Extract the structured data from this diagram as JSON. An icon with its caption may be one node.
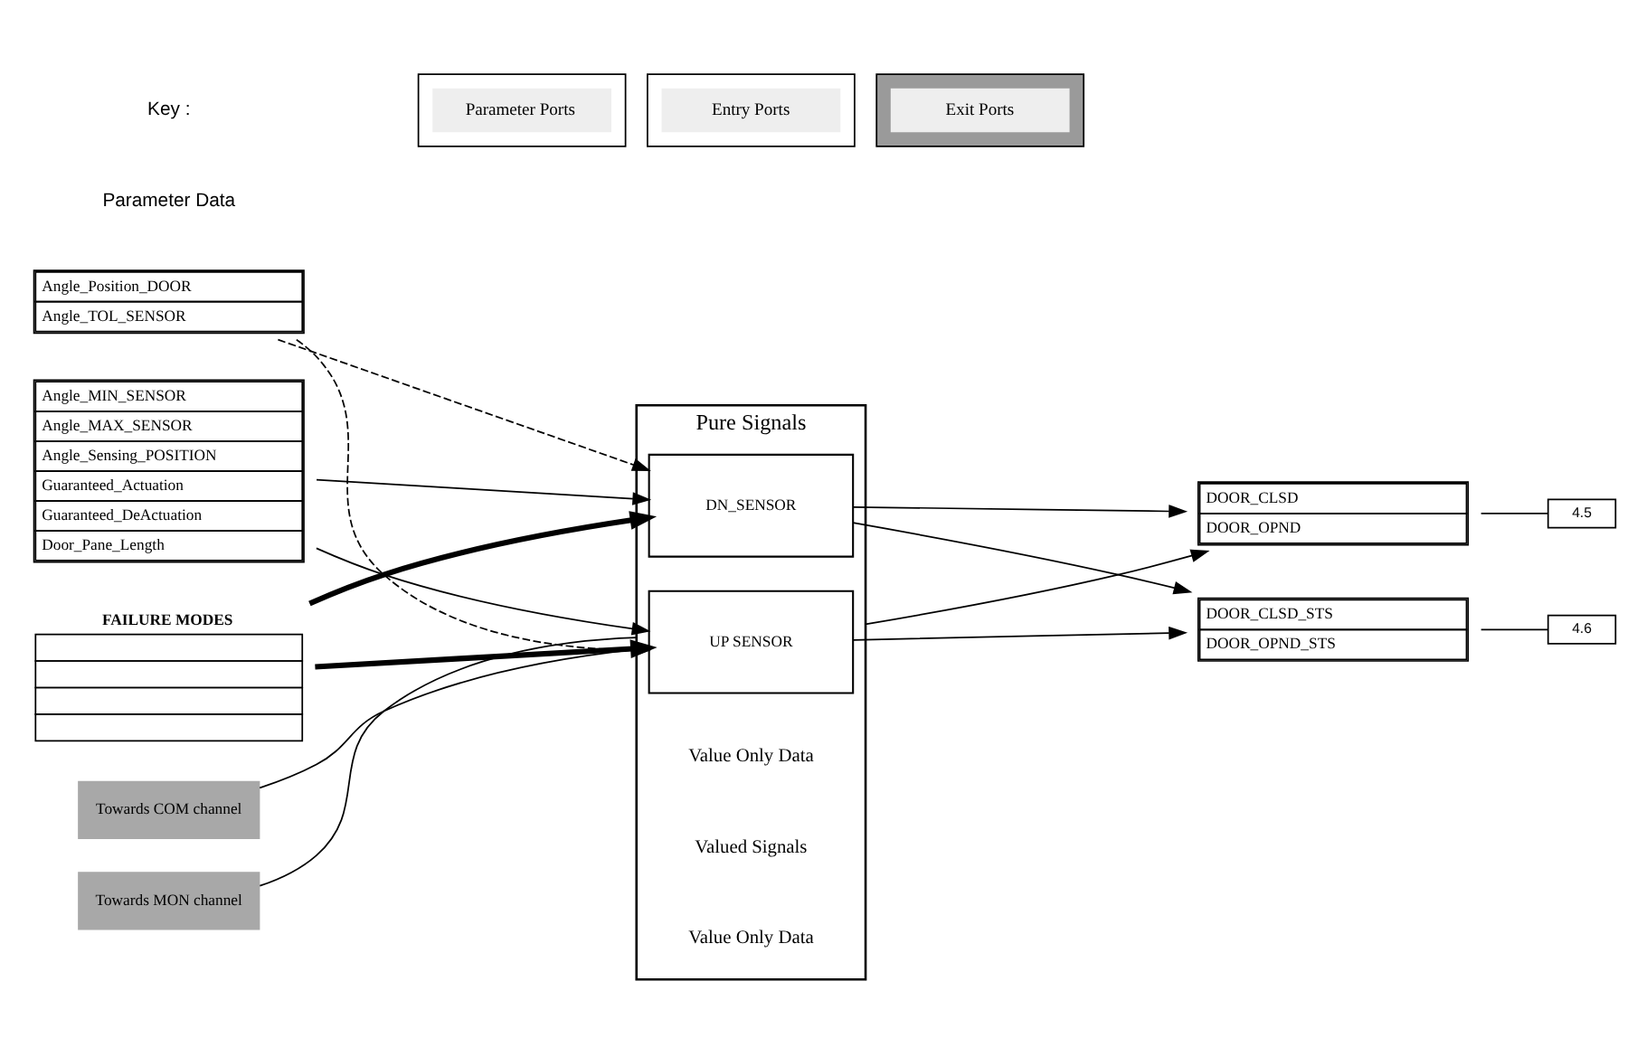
{
  "diagram": {
    "nodes": [
      {
        "text": [
          "Angle_Position_DOOR",
          "Angle_TOL_SENSOR"
        ]
      },
      {
        "text": [
          "Angle_MIN_SENSOR",
          "Angle_MAX_SENSOR",
          "Angle_Sensing_POSITION",
          "Guaranteed_Actuation",
          "Guaranteed_DeActuation",
          "Door_Pane_Length"
        ]
      },
      {
        "text": [
          "Pure Signals"
        ]
      },
      {
        "text": [
          "UP SENSOR"
        ],
        "in": 2
      },
      {
        "text": [
          "DN_SENSOR"
        ],
        "in": 2
      },
      {
        "text": [
          "FAILURE MODES"
        ]
      },
      {
        "text": [
          "DOOR_CLSD",
          "DOOR_OPND"
        ]
      },
      {
        "text": [
          "4.5"
        ]
      },
      {
        "text": [
          "DOOR_CLSD_STS",
          "DOOR_OPND_STS"
        ]
      },
      {
        "text": [
          "4.6"
        ]
      },
      {
        "text": [
          "Towards COM channel"
        ]
      },
      {
        "text": [
          "Towards MON channel"
        ]
      }
    ],
    "edges": [
      {
        "from": 0,
        "to": 3,
        "arrow": "to",
        "style": "dashed"
      },
      {
        "from": 0,
        "to": 4,
        "arrow": "to",
        "style": "dashed"
      },
      {
        "from": 1,
        "to": 3,
        "arrow": "to"
      },
      {
        "from": 1,
        "to": 4,
        "arrow": "to"
      },
      {
        "from": 5,
        "to": 3,
        "arrow": "to",
        "style": "thick"
      },
      {
        "from": 5,
        "to": 4,
        "arrow": "to",
        "style": "thick"
      },
      {
        "from": 2,
        "to": 6,
        "arrow": "to"
      },
      {
        "from": 4,
        "to": 6,
        "arrow": "to"
      },
      {
        "from": 3,
        "to": 8,
        "arrow": "to"
      },
      {
        "from": 4,
        "to": 8,
        "arrow": "to"
      },
      {
        "from": 6,
        "to": 7,
        "arrow": "none"
      },
      {
        "from": 8,
        "to": 9,
        "arrow": "none"
      },
      {
        "from": 10,
        "to": 2,
        "arrow": "none"
      },
      {
        "from": 11,
        "to": 2,
        "arrow": "none"
      }
    ],
    "labels": [
      "Value Only Data",
      "Parameter Data",
      "Valued Signals",
      "Value Only Data",
      "Key :"
    ],
    "legend": [
      {
        "text": "Parameter Ports",
        "color": "#ffffff"
      },
      {
        "text": "Entry Ports",
        "color": "#ffffff"
      },
      {
        "text": "Exit Ports",
        "color": "#9a9a9a"
      }
    ]
  }
}
